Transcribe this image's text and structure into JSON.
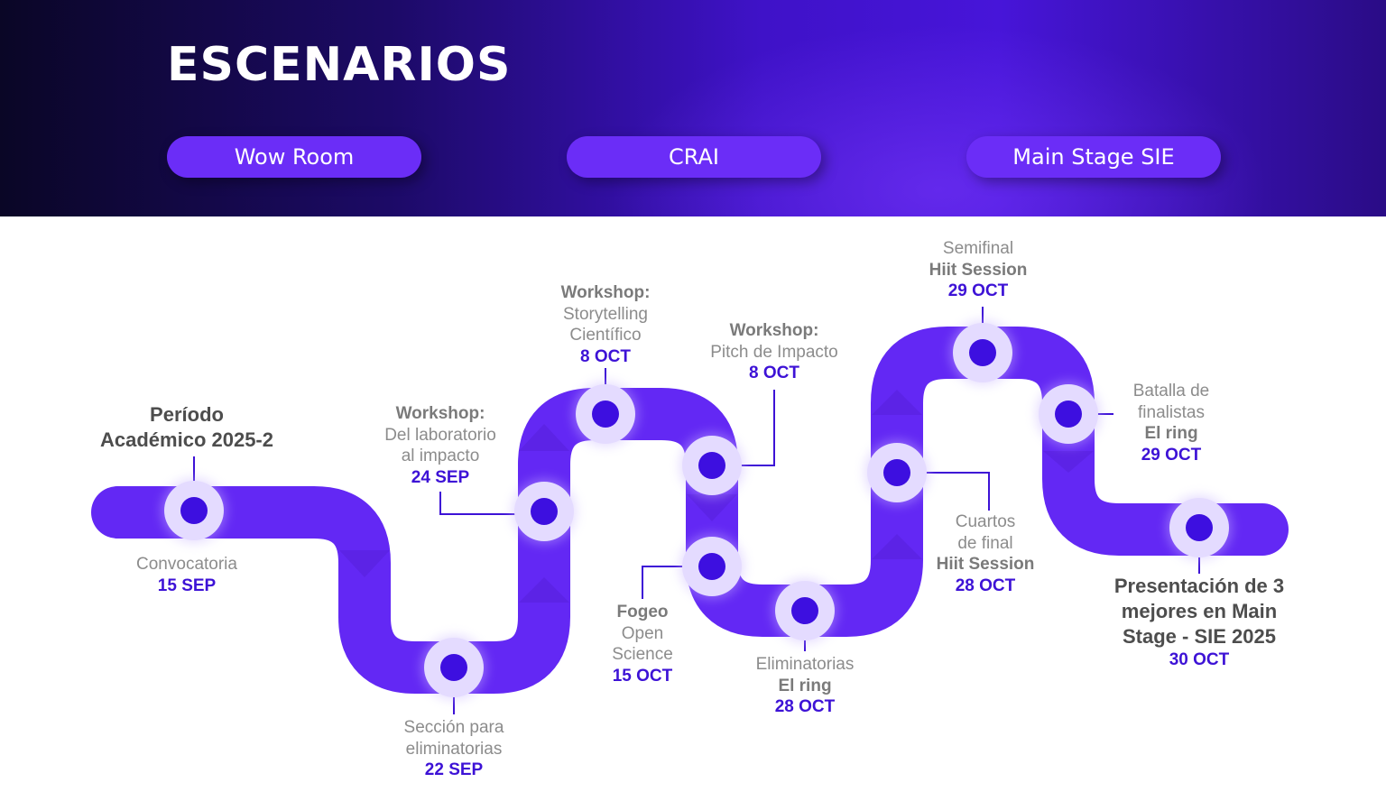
{
  "header": {
    "title": "ESCENARIOS",
    "venues": [
      "Wow Room",
      "CRAI",
      "Main Stage SIE"
    ]
  },
  "colors": {
    "route": "#6328f4",
    "route_shade": "#5520d8",
    "node_dot": "#3d0fe0",
    "halo": "#e4dbff",
    "connector": "#3d12d6",
    "date": "#3d12d6"
  },
  "milestones": [
    {
      "lines": [
        "Convocatoria"
      ],
      "date": "15 SEP"
    },
    {
      "lines": [
        "Sección para",
        "eliminatorias"
      ],
      "date": "22 SEP"
    },
    {
      "heading": "Workshop:",
      "lines": [
        "Del laboratorio",
        "al impacto"
      ],
      "date": "24 SEP"
    },
    {
      "heading": "Workshop:",
      "lines": [
        "Storytelling",
        "Científico"
      ],
      "date": "8 OCT"
    },
    {
      "heading": "Workshop:",
      "lines": [
        "Pitch de Impacto"
      ],
      "date": "8 OCT"
    },
    {
      "lines": [
        "Fogeo",
        "Open",
        "Science"
      ],
      "date": "15 OCT"
    },
    {
      "lines": [
        "Eliminatorias"
      ],
      "venue": "El ring",
      "date": "28 OCT"
    },
    {
      "lines": [
        "Cuartos",
        "de final"
      ],
      "venue": "Hiit Session",
      "date": "28 OCT"
    },
    {
      "lines": [
        "Semifinal"
      ],
      "venue": "Hiit Session",
      "date": "29 OCT"
    },
    {
      "lines": [
        "Batalla de",
        "finalistas"
      ],
      "venue": "El ring",
      "date": "29 OCT"
    }
  ],
  "start": {
    "title": [
      "Período",
      "Académico 2025-2"
    ]
  },
  "finale": {
    "title": [
      "Presentación de 3",
      "mejores en Main",
      "Stage - SIE 2025"
    ],
    "date": "30 OCT"
  }
}
